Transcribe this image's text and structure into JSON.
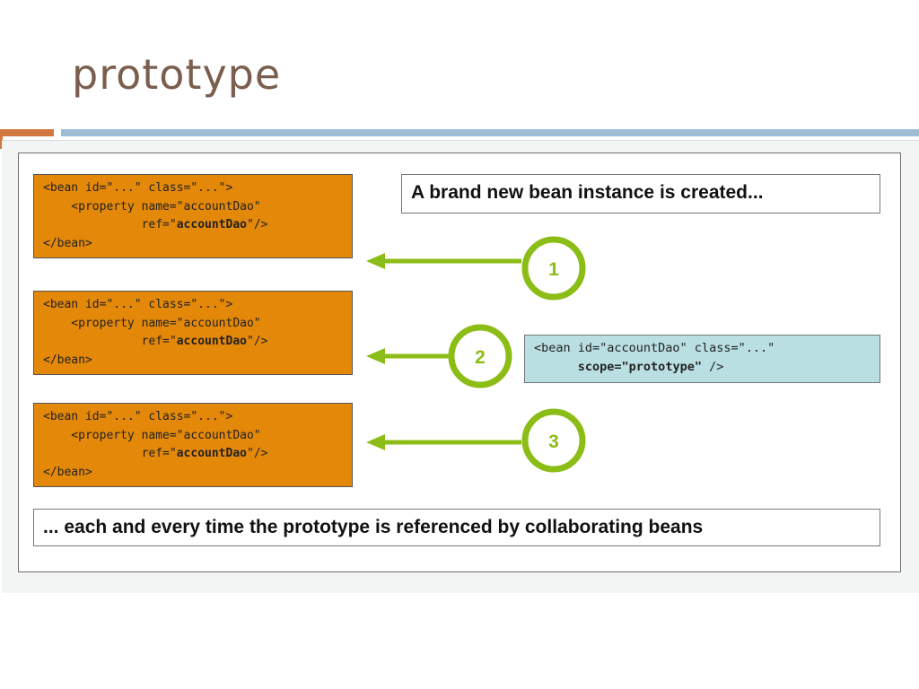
{
  "slide": {
    "title": "prototype"
  },
  "diagram": {
    "bean_blocks": [
      {
        "line1": "<bean id=\"...\" class=\"...\">",
        "line2a": "    <property name=\"accountDao\"",
        "line3a": "              ref=\"",
        "line3b": "accountDao",
        "line3c": "\"/>",
        "line4": "</bean>"
      },
      {
        "line1": "<bean id=\"...\" class=\"...\">",
        "line2a": "    <property name=\"accountDao\"",
        "line3a": "              ref=\"",
        "line3b": "accountDao",
        "line3c": "\"/>",
        "line4": "</bean>"
      },
      {
        "line1": "<bean id=\"...\" class=\"...\">",
        "line2a": "    <property name=\"accountDao\"",
        "line3a": "              ref=\"",
        "line3b": "accountDao",
        "line3c": "\"/>",
        "line4": "</bean>"
      }
    ],
    "top_callout": "A brand new bean instance is created...",
    "bottom_callout": "... each and every time the prototype is referenced by collaborating beans",
    "scope_definition": {
      "line1": "<bean id=\"accountDao\" class=\"...\"",
      "line2_indent": "      ",
      "line2_bold": "scope=\"prototype\"",
      "line2_end": " />"
    },
    "steps": [
      "1",
      "2",
      "3"
    ],
    "colors": {
      "bean_fill": "#e4880a",
      "scope_fill": "#b9dfe3",
      "arrow_green": "#8cbd16",
      "title_brown": "#7a5e4e",
      "accent_orange": "#d2773f",
      "accent_blue": "#9fbcd6"
    }
  }
}
